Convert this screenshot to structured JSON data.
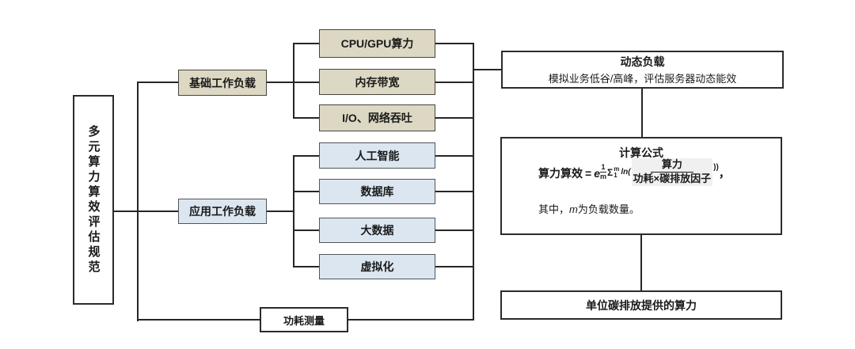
{
  "diagram": {
    "root": {
      "label": "多元算力算效评估规范"
    },
    "groups": [
      {
        "label": "基础工作负载",
        "items": [
          "CPU/GPU算力",
          "内存带宽",
          "I/O、网络吞吐"
        ]
      },
      {
        "label": "应用工作负载",
        "items": [
          "人工智能",
          "数据库",
          "大数据",
          "虚拟化"
        ]
      }
    ],
    "power": {
      "label": "功耗测量"
    },
    "dynamic": {
      "title": "动态负载",
      "subtitle": "模拟业务低谷/高峰，评估服务器动态能效"
    },
    "formula": {
      "title": "计算公式",
      "lhs": "算力算效",
      "eq": "=",
      "base": "e",
      "exp_num": "1",
      "exp_den": "m",
      "sigma": "Σ",
      "sigma_sup": "m",
      "sigma_sub": "1",
      "ln_open": "ln(",
      "frac_num": "算力",
      "frac_den": "功耗×碳排放因子",
      "close_paren": "))",
      "comma": "，",
      "note_pre": "其中，",
      "note_m": "m",
      "note_post": "为负载数量。"
    },
    "result": {
      "label": "单位碳排放提供的算力"
    },
    "colors": {
      "tan_fill": "#ddd8c3",
      "blue_fill": "#dce6f1",
      "line": "#262626"
    }
  }
}
